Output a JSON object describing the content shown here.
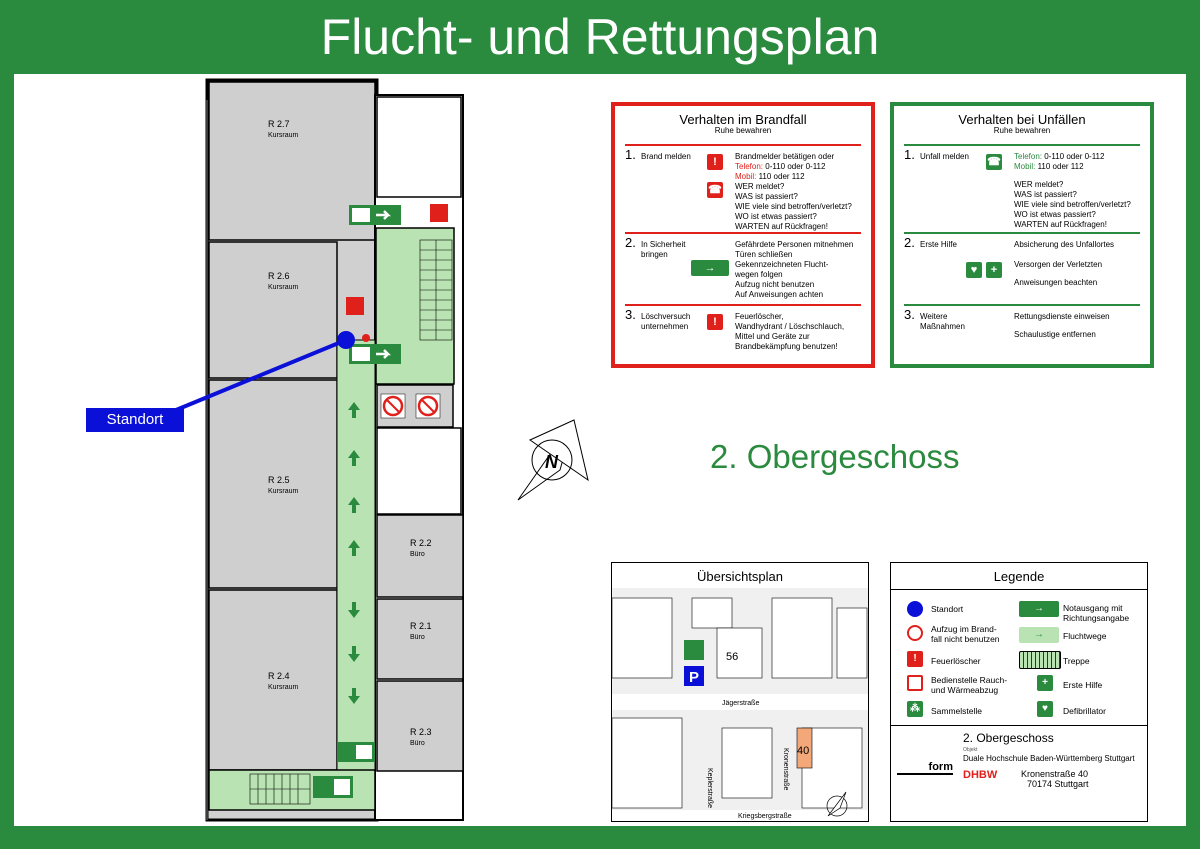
{
  "title": "Flucht- und Rettungsplan",
  "standort_label": "Standort",
  "floor_label": "2. Obergeschoss",
  "rooms": [
    {
      "id": "R 2.7",
      "use": "Kursraum"
    },
    {
      "id": "R 2.6",
      "use": "Kursraum"
    },
    {
      "id": "R 2.5",
      "use": "Kursraum"
    },
    {
      "id": "R 2.4",
      "use": "Kursraum"
    },
    {
      "id": "R 2.2",
      "use": "Büro"
    },
    {
      "id": "R 2.1",
      "use": "Büro"
    },
    {
      "id": "R 2.3",
      "use": "Büro"
    }
  ],
  "north_label": "N",
  "brand": {
    "title": "Verhalten im Brandfall",
    "subtitle": "Ruhe bewahren",
    "s1": {
      "num": "1.",
      "label": "Brand melden",
      "l1": "Brandmelder betätigen oder",
      "tel_label": "Telefon:",
      "tel": "0-110 oder 0-112",
      "mob_label": "Mobil:",
      "mob": "110 oder 112",
      "q1": "WER meldet?",
      "q2": "WAS ist passiert?",
      "q3": "WIE viele sind betroffen/verletzt?",
      "q4": "WO ist etwas passiert?",
      "q5": "WARTEN auf Rückfragen!"
    },
    "s2": {
      "num": "2.",
      "label": "In Sicherheit bringen",
      "l1": "Gefährdete Personen mitnehmen",
      "l2": "Türen schließen",
      "l3": "Gekennzeichneten Flucht-",
      "l4": "wegen folgen",
      "l5": "Aufzug nicht benutzen",
      "l6": "Auf Anweisungen achten"
    },
    "s3": {
      "num": "3.",
      "label": "Löschversuch unternehmen",
      "l1": "Feuerlöscher,",
      "l2": "Wandhydrant / Löschschlauch,",
      "l3": "Mittel und Geräte zur",
      "l4": "Brandbekämpfung benutzen!"
    }
  },
  "unfall": {
    "title": "Verhalten bei Unfällen",
    "subtitle": "Ruhe bewahren",
    "s1": {
      "num": "1.",
      "label": "Unfall melden",
      "tel_label": "Telefon:",
      "tel": "0-110 oder 0-112",
      "mob_label": "Mobil:",
      "mob": "110 oder 112",
      "q1": "WER meldet?",
      "q2": "WAS ist passiert?",
      "q3": "WIE viele sind betroffen/verletzt?",
      "q4": "WO ist etwas passiert?",
      "q5": "WARTEN auf Rückfragen!"
    },
    "s2": {
      "num": "2.",
      "label": "Erste Hilfe",
      "l1": "Absicherung des Unfallortes",
      "l2": "Versorgen der Verletzten",
      "l3": "Anweisungen beachten"
    },
    "s3": {
      "num": "3.",
      "label": "Weitere Maßnahmen",
      "l1": "Rettungsdienste einweisen",
      "l2": "Schaulustige entfernen"
    }
  },
  "overview": {
    "title": "Übersichtsplan",
    "n56": "56",
    "n40": "40",
    "parking": "P",
    "street1": "Jägerstraße",
    "street2": "Keplerstraße",
    "street3": "Kronenstraße",
    "street4": "Kriegsbergstraße"
  },
  "legend": {
    "title": "Legende",
    "items": {
      "standort": "Standort",
      "aufzug": "Aufzug im Brand- fall nicht benutzen",
      "feuer": "Feuerlöscher",
      "rauch": "Bedienstelle Rauch- und Wärmeabzug",
      "sammel": "Sammelstelle",
      "notausgang": "Notausgang mit Richtungsangabe",
      "fluchtwege": "Fluchtwege",
      "treppe": "Treppe",
      "erstehilfe": "Erste Hilfe",
      "defi": "Defibrillator"
    },
    "floor": "2. Obergeschoss",
    "obj_label": "Objekt",
    "obj": "Duale Hochschule Baden-Württemberg Stuttgart",
    "addr1": "Kronenstraße 40",
    "addr2": "70174 Stuttgart",
    "firm": "form",
    "dhbw": "DHBW"
  },
  "colors": {
    "green": "#2a8a3e",
    "red": "#e0201b",
    "blue": "#0a10d8",
    "lightgreen": "#b9e3b2",
    "room": "#cfcfcf"
  }
}
